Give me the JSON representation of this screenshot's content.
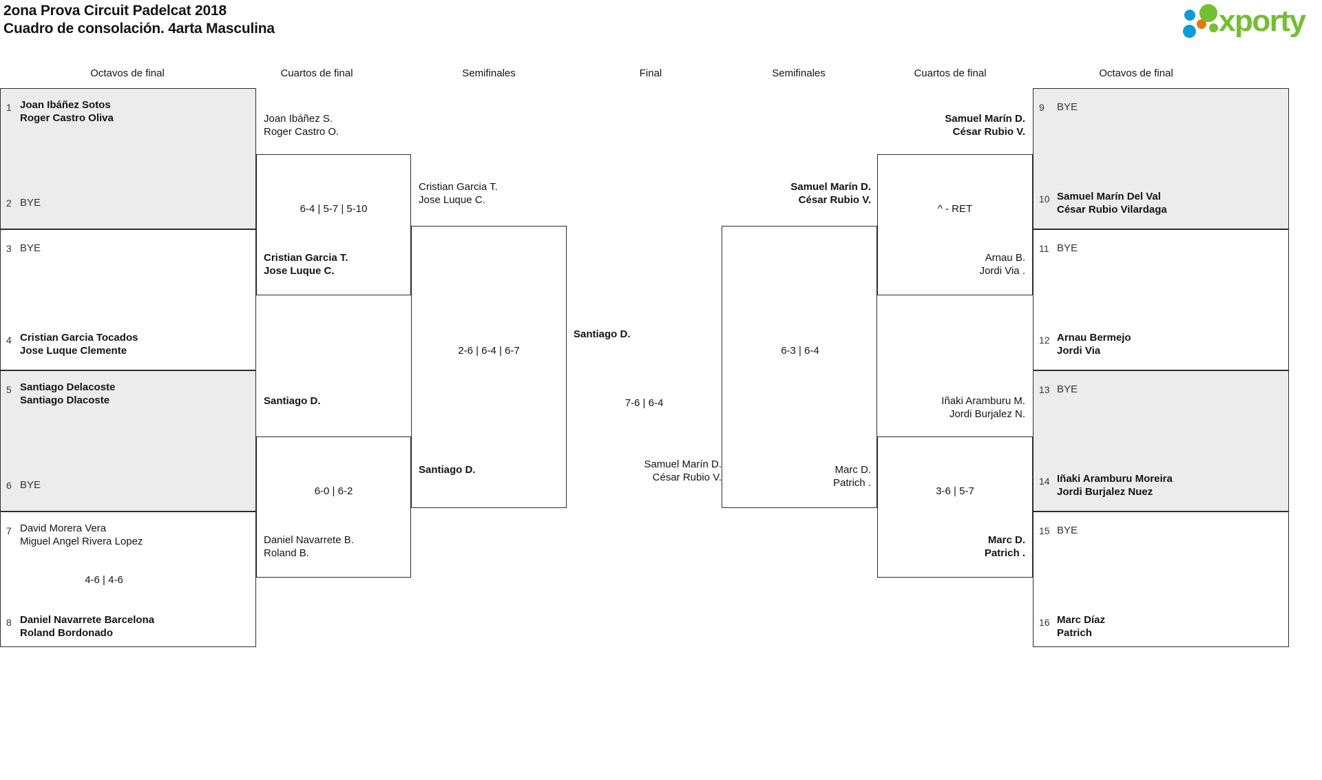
{
  "header": {
    "title_line1": "2ona Prova Circuit Padelcat 2018",
    "title_line2": "Cuadro de consolación. 4arta Masculina",
    "logo_text": "xporty",
    "logo_colors": {
      "green": "#72bf2f",
      "blue": "#0a9ddc",
      "orange": "#e8760c"
    }
  },
  "round_headers": {
    "left_octavos": "Octavos de final",
    "left_cuartos": "Cuartos de final",
    "left_semis": "Semifinales",
    "final": "Final",
    "right_semis": "Semifinales",
    "right_cuartos": "Cuartos de final",
    "right_octavos": "Octavos de final"
  },
  "left_seeds": [
    {
      "num": "1",
      "line1": "Joan Ibáñez Sotos",
      "line2": "Roger Castro Oliva",
      "bold": true,
      "bye": false
    },
    {
      "num": "2",
      "line1": "BYE",
      "line2": "",
      "bold": false,
      "bye": true
    },
    {
      "num": "3",
      "line1": "BYE",
      "line2": "",
      "bold": false,
      "bye": true
    },
    {
      "num": "4",
      "line1": "Cristian Garcia Tocados",
      "line2": "Jose Luque Clemente",
      "bold": true,
      "bye": false
    },
    {
      "num": "5",
      "line1": "Santiago Delacoste",
      "line2": "Santiago Dlacoste",
      "bold": true,
      "bye": false
    },
    {
      "num": "6",
      "line1": "BYE",
      "line2": "",
      "bold": false,
      "bye": true
    },
    {
      "num": "7",
      "line1": "David Morera Vera",
      "line2": "Miguel Angel Rivera Lopez",
      "bold": false,
      "bye": false
    },
    {
      "num": "8",
      "line1": "Daniel Navarrete Barcelona",
      "line2": "Roland Bordonado",
      "bold": true,
      "bye": false
    }
  ],
  "right_seeds": [
    {
      "num": "9",
      "line1": "BYE",
      "line2": "",
      "bold": false,
      "bye": true
    },
    {
      "num": "10",
      "line1": "Samuel Marín Del Val",
      "line2": "César Rubio Vilardaga",
      "bold": true,
      "bye": false
    },
    {
      "num": "11",
      "line1": "BYE",
      "line2": "",
      "bold": false,
      "bye": true
    },
    {
      "num": "12",
      "line1": "Arnau Bermejo",
      "line2": "Jordi Via",
      "bold": true,
      "bye": false
    },
    {
      "num": "13",
      "line1": "BYE",
      "line2": "",
      "bold": false,
      "bye": true
    },
    {
      "num": "14",
      "line1": "Iñaki Aramburu Moreira",
      "line2": "Jordi Burjalez Nuez",
      "bold": true,
      "bye": false
    },
    {
      "num": "15",
      "line1": "BYE",
      "line2": "",
      "bold": false,
      "bye": true
    },
    {
      "num": "16",
      "line1": "Marc Díaz",
      "line2": "Patrich",
      "bold": true,
      "bye": false
    }
  ],
  "left_quarters": [
    {
      "top_line1": "Joan Ibáñez S.",
      "top_line2": "Roger Castro O.",
      "top_bold": false,
      "score": "6-4 | 5-7 | 5-10",
      "bot_line1": "Cristian Garcia T.",
      "bot_line2": "Jose Luque C.",
      "bot_bold": true
    },
    {
      "top_line1": "Santiago D.",
      "top_line2": "",
      "top_bold": true,
      "score": "6-0 | 6-2",
      "bot_line1": "Daniel Navarrete B.",
      "bot_line2": "Roland B.",
      "bot_bold": false
    }
  ],
  "left_semifinal": {
    "top_line1": "Cristian Garcia T.",
    "top_line2": "Jose Luque C.",
    "top_bold": false,
    "score": "2-6 | 6-4 | 6-7",
    "bot_line1": "Santiago D.",
    "bot_line2": "",
    "bot_bold": true
  },
  "final": {
    "top_line1": "Santiago D.",
    "top_line2": "",
    "top_bold": true,
    "score": "7-6 | 6-4",
    "bot_line1": "Samuel Marín D.",
    "bot_line2": "César Rubio V.",
    "bot_bold": false
  },
  "right_semifinal": {
    "top_line1": "Samuel Marín D.",
    "top_line2": "César Rubio V.",
    "top_bold": true,
    "score": "6-3 | 6-4",
    "bot_line1": "Marc D.",
    "bot_line2": "Patrich .",
    "bot_bold": false
  },
  "right_quarters": [
    {
      "top_line1": "Samuel Marín D.",
      "top_line2": "César Rubio V.",
      "top_bold": true,
      "score": "^ - RET",
      "bot_line1": "Arnau B.",
      "bot_line2": "Jordi Via .",
      "bot_bold": false
    },
    {
      "top_line1": "Iñaki Aramburu M.",
      "top_line2": "Jordi Burjalez N.",
      "top_bold": false,
      "score": "3-6 | 5-7",
      "bot_line1": "Marc D.",
      "bot_line2": "Patrich .",
      "bot_bold": true
    }
  ]
}
